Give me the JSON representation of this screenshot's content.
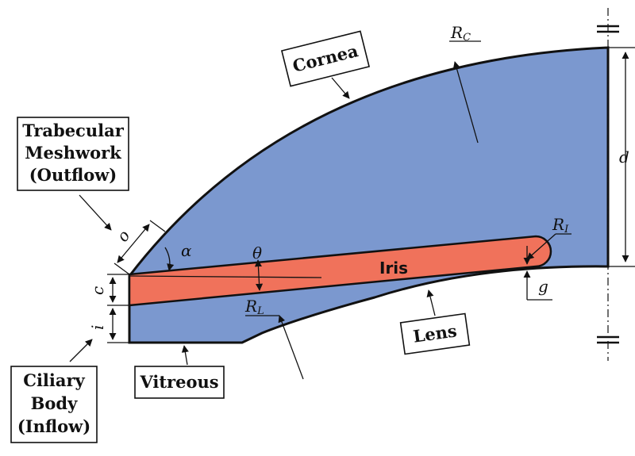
{
  "labels": {
    "cornea": "Cornea",
    "trabecular_line1": "Trabecular",
    "trabecular_line2": "Meshwork",
    "trabecular_line3": "(Outflow)",
    "ciliary_line1": "Ciliary",
    "ciliary_line2": "Body",
    "ciliary_line3": "(Inflow)",
    "vitreous": "Vitreous",
    "lens": "Lens",
    "iris": "Iris"
  },
  "symbols": {
    "rc_main": "R",
    "rc_sub": "C",
    "ri_main": "R",
    "ri_sub": "I",
    "rl_main": "R",
    "rl_sub": "L",
    "d": "d",
    "g": "g",
    "o": "o",
    "c": "c",
    "i": "i",
    "alpha": "α",
    "theta": "θ"
  },
  "colors": {
    "chamber": "#7b98cf",
    "iris": "#f0725b",
    "outline": "#111111"
  }
}
